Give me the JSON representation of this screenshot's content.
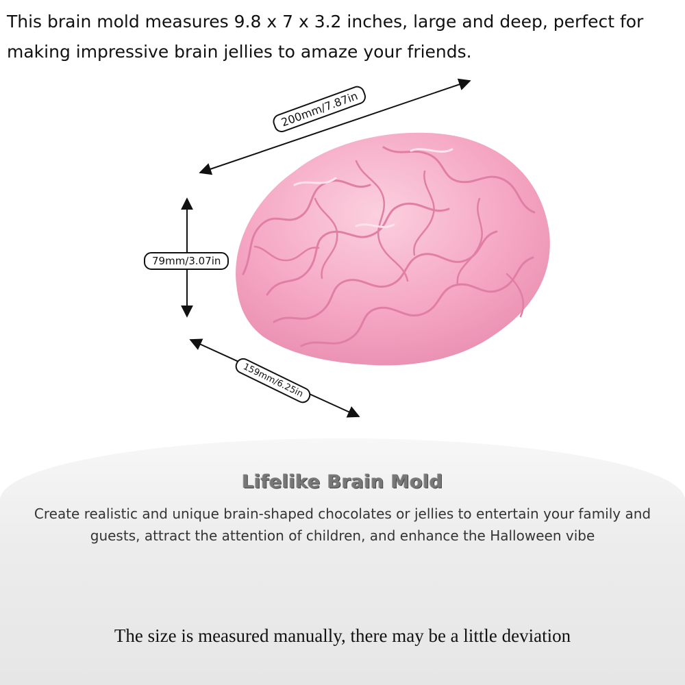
{
  "header": {
    "text": "This brain mold measures 9.8 x 7 x 3.2 inches, large and deep, perfect for making impressive brain jellies to amaze your friends."
  },
  "dimensions": {
    "length_label": "200mm/7.87in",
    "height_label": "79mm/3.07in",
    "width_label": "159mm/6.25in"
  },
  "product": {
    "color": "#f5a7c3",
    "title": "Lifelike Brain Mold",
    "description": "Create realistic and unique brain-shaped chocolates or jellies to entertain your family and guests, attract the attention of children, and enhance the Halloween vibe"
  },
  "footer": {
    "note": "The size is measured manually, there may be a little deviation"
  }
}
